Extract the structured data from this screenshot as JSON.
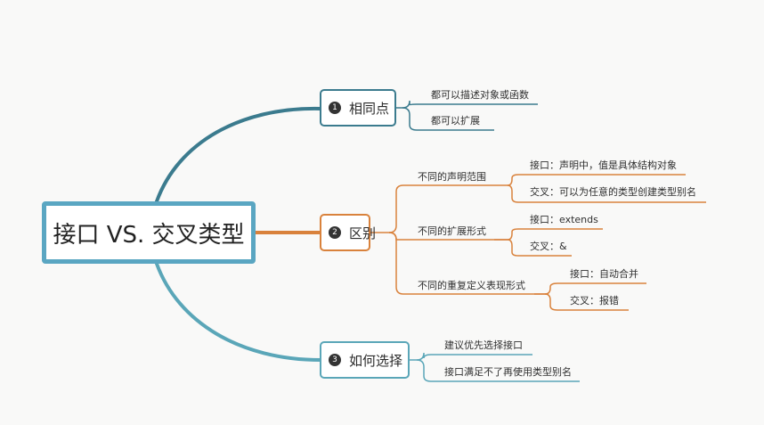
{
  "root": {
    "title": "接口 VS. 交叉类型"
  },
  "branches": [
    {
      "number": "1",
      "label": "相同点",
      "color": "#3b7b8e",
      "children": [
        {
          "label": "都可以描述对象或函数",
          "children": []
        },
        {
          "label": "都可以扩展",
          "children": []
        }
      ]
    },
    {
      "number": "2",
      "label": "区别",
      "color": "#d9823c",
      "children": [
        {
          "label": "不同的声明范围",
          "children": [
            {
              "label": "接口：声明中，值是具体结构对象"
            },
            {
              "label": "交叉：可以为任意的类型创建类型别名"
            }
          ]
        },
        {
          "label": "不同的扩展形式",
          "children": [
            {
              "label": "接口：extends"
            },
            {
              "label": "交叉：&"
            }
          ]
        },
        {
          "label": "不同的重复定义表现形式",
          "children": [
            {
              "label": "接口：自动合并"
            },
            {
              "label": "交叉：报错"
            }
          ]
        }
      ]
    },
    {
      "number": "3",
      "label": "如何选择",
      "color": "#5aa6b8",
      "children": [
        {
          "label": "建议优先选择接口",
          "children": []
        },
        {
          "label": "接口满足不了再使用类型别名",
          "children": []
        }
      ]
    }
  ]
}
